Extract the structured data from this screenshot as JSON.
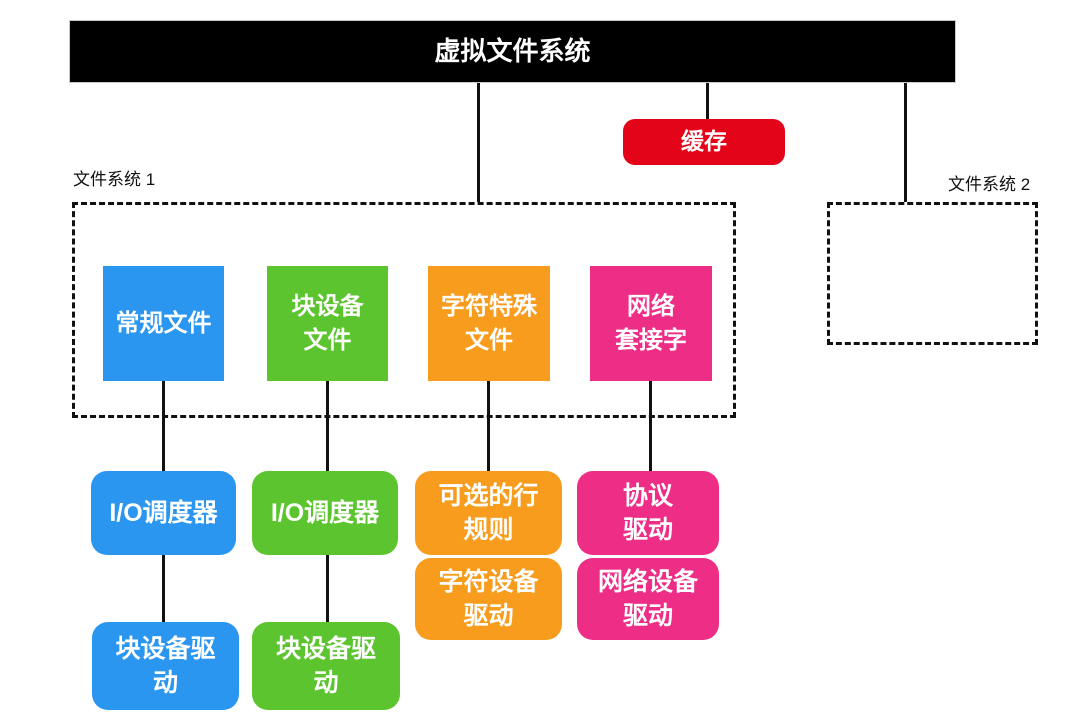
{
  "diagram": {
    "title_node": {
      "label": "虚拟文件系统",
      "color": "#000000"
    },
    "cache_node": {
      "label": "缓存",
      "color": "#e30419"
    },
    "fs1": {
      "label": "文件系统 1"
    },
    "fs2": {
      "label": "文件系统 2"
    },
    "nodes": {
      "regular_file": {
        "label": "常规文件",
        "color": "#2b96f0"
      },
      "block_file": {
        "label": "块设备\n文件",
        "color": "#5cc42f"
      },
      "char_special_file": {
        "label": "字符特殊\n文件",
        "color": "#f79c1c"
      },
      "network_socket": {
        "label": "网络\n套接字",
        "color": "#ee2d87"
      },
      "io_scheduler_1": {
        "label": "I/O调度器",
        "color": "#2b96f0"
      },
      "io_scheduler_2": {
        "label": "I/O调度器",
        "color": "#5cc42f"
      },
      "line_discipline": {
        "label": "可选的行\n规则",
        "color": "#f79c1c"
      },
      "protocol_driver": {
        "label": "协议\n驱动",
        "color": "#ee2d87"
      },
      "char_device_driver": {
        "label": "字符设备\n驱动",
        "color": "#f79c1c"
      },
      "net_device_driver": {
        "label": "网络设备\n驱动",
        "color": "#ee2d87"
      },
      "block_device_driver_1": {
        "label": "块设备驱\n动",
        "color": "#2b96f0"
      },
      "block_device_driver_2": {
        "label": "块设备驱\n动",
        "color": "#5cc42f"
      }
    },
    "line_color": "#111111"
  }
}
